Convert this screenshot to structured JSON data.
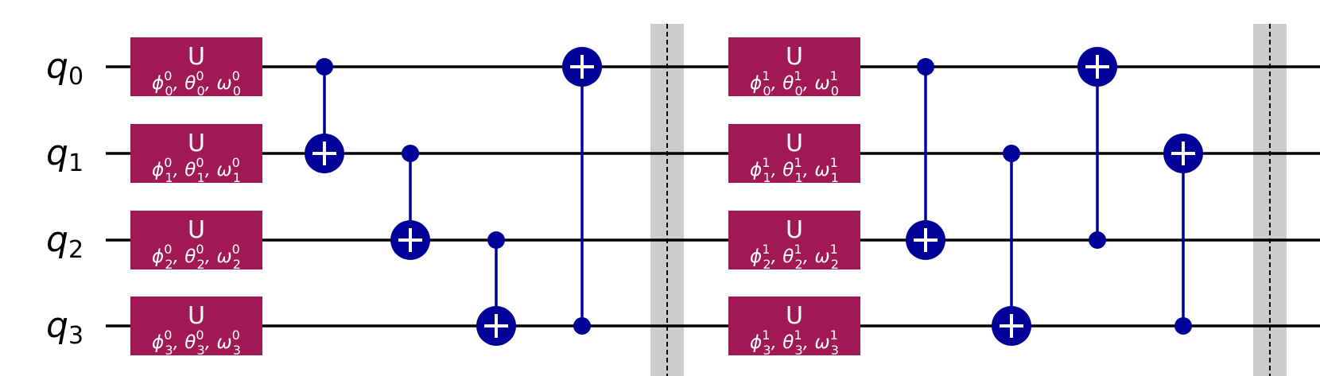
{
  "colors": {
    "wire": "#000000",
    "u_gate_fill": "#a01955",
    "cnot": "#000099",
    "barrier_band": "#cccccc",
    "barrier_line": "#000000",
    "text_on_gate": "#ffffff"
  },
  "qubits": [
    {
      "name": "q",
      "index": "0"
    },
    {
      "name": "q",
      "index": "1"
    },
    {
      "name": "q",
      "index": "2"
    },
    {
      "name": "q",
      "index": "3"
    }
  ],
  "layers": [
    {
      "gates": [
        {
          "type": "U",
          "label": "U",
          "qubit": 0,
          "params": [
            {
              "sym": "ϕ",
              "sub": "0",
              "sup": "0"
            },
            {
              "sym": "θ",
              "sub": "0",
              "sup": "0"
            },
            {
              "sym": "ω",
              "sub": "0",
              "sup": "0"
            }
          ]
        },
        {
          "type": "U",
          "label": "U",
          "qubit": 1,
          "params": [
            {
              "sym": "ϕ",
              "sub": "1",
              "sup": "0"
            },
            {
              "sym": "θ",
              "sub": "1",
              "sup": "0"
            },
            {
              "sym": "ω",
              "sub": "1",
              "sup": "0"
            }
          ]
        },
        {
          "type": "U",
          "label": "U",
          "qubit": 2,
          "params": [
            {
              "sym": "ϕ",
              "sub": "2",
              "sup": "0"
            },
            {
              "sym": "θ",
              "sub": "2",
              "sup": "0"
            },
            {
              "sym": "ω",
              "sub": "2",
              "sup": "0"
            }
          ]
        },
        {
          "type": "U",
          "label": "U",
          "qubit": 3,
          "params": [
            {
              "sym": "ϕ",
              "sub": "3",
              "sup": "0"
            },
            {
              "sym": "θ",
              "sub": "3",
              "sup": "0"
            },
            {
              "sym": "ω",
              "sub": "3",
              "sup": "0"
            }
          ]
        }
      ]
    },
    {
      "gates": [
        {
          "type": "CX",
          "control": 0,
          "target": 1
        }
      ]
    },
    {
      "gates": [
        {
          "type": "CX",
          "control": 1,
          "target": 2
        }
      ]
    },
    {
      "gates": [
        {
          "type": "CX",
          "control": 2,
          "target": 3
        }
      ]
    },
    {
      "gates": [
        {
          "type": "CX",
          "control": 3,
          "target": 0
        }
      ]
    },
    {
      "gates": [
        {
          "type": "BARRIER"
        }
      ]
    },
    {
      "gates": [
        {
          "type": "U",
          "label": "U",
          "qubit": 0,
          "params": [
            {
              "sym": "ϕ",
              "sub": "0",
              "sup": "1"
            },
            {
              "sym": "θ",
              "sub": "0",
              "sup": "1"
            },
            {
              "sym": "ω",
              "sub": "0",
              "sup": "1"
            }
          ]
        },
        {
          "type": "U",
          "label": "U",
          "qubit": 1,
          "params": [
            {
              "sym": "ϕ",
              "sub": "1",
              "sup": "1"
            },
            {
              "sym": "θ",
              "sub": "1",
              "sup": "1"
            },
            {
              "sym": "ω",
              "sub": "1",
              "sup": "1"
            }
          ]
        },
        {
          "type": "U",
          "label": "U",
          "qubit": 2,
          "params": [
            {
              "sym": "ϕ",
              "sub": "2",
              "sup": "1"
            },
            {
              "sym": "θ",
              "sub": "2",
              "sup": "1"
            },
            {
              "sym": "ω",
              "sub": "2",
              "sup": "1"
            }
          ]
        },
        {
          "type": "U",
          "label": "U",
          "qubit": 3,
          "params": [
            {
              "sym": "ϕ",
              "sub": "3",
              "sup": "1"
            },
            {
              "sym": "θ",
              "sub": "3",
              "sup": "1"
            },
            {
              "sym": "ω",
              "sub": "3",
              "sup": "1"
            }
          ]
        }
      ]
    },
    {
      "gates": [
        {
          "type": "CX",
          "control": 0,
          "target": 2
        }
      ]
    },
    {
      "gates": [
        {
          "type": "CX",
          "control": 1,
          "target": 3
        }
      ]
    },
    {
      "gates": [
        {
          "type": "CX",
          "control": 2,
          "target": 0
        }
      ]
    },
    {
      "gates": [
        {
          "type": "CX",
          "control": 3,
          "target": 1
        }
      ]
    },
    {
      "gates": [
        {
          "type": "BARRIER"
        }
      ]
    }
  ]
}
